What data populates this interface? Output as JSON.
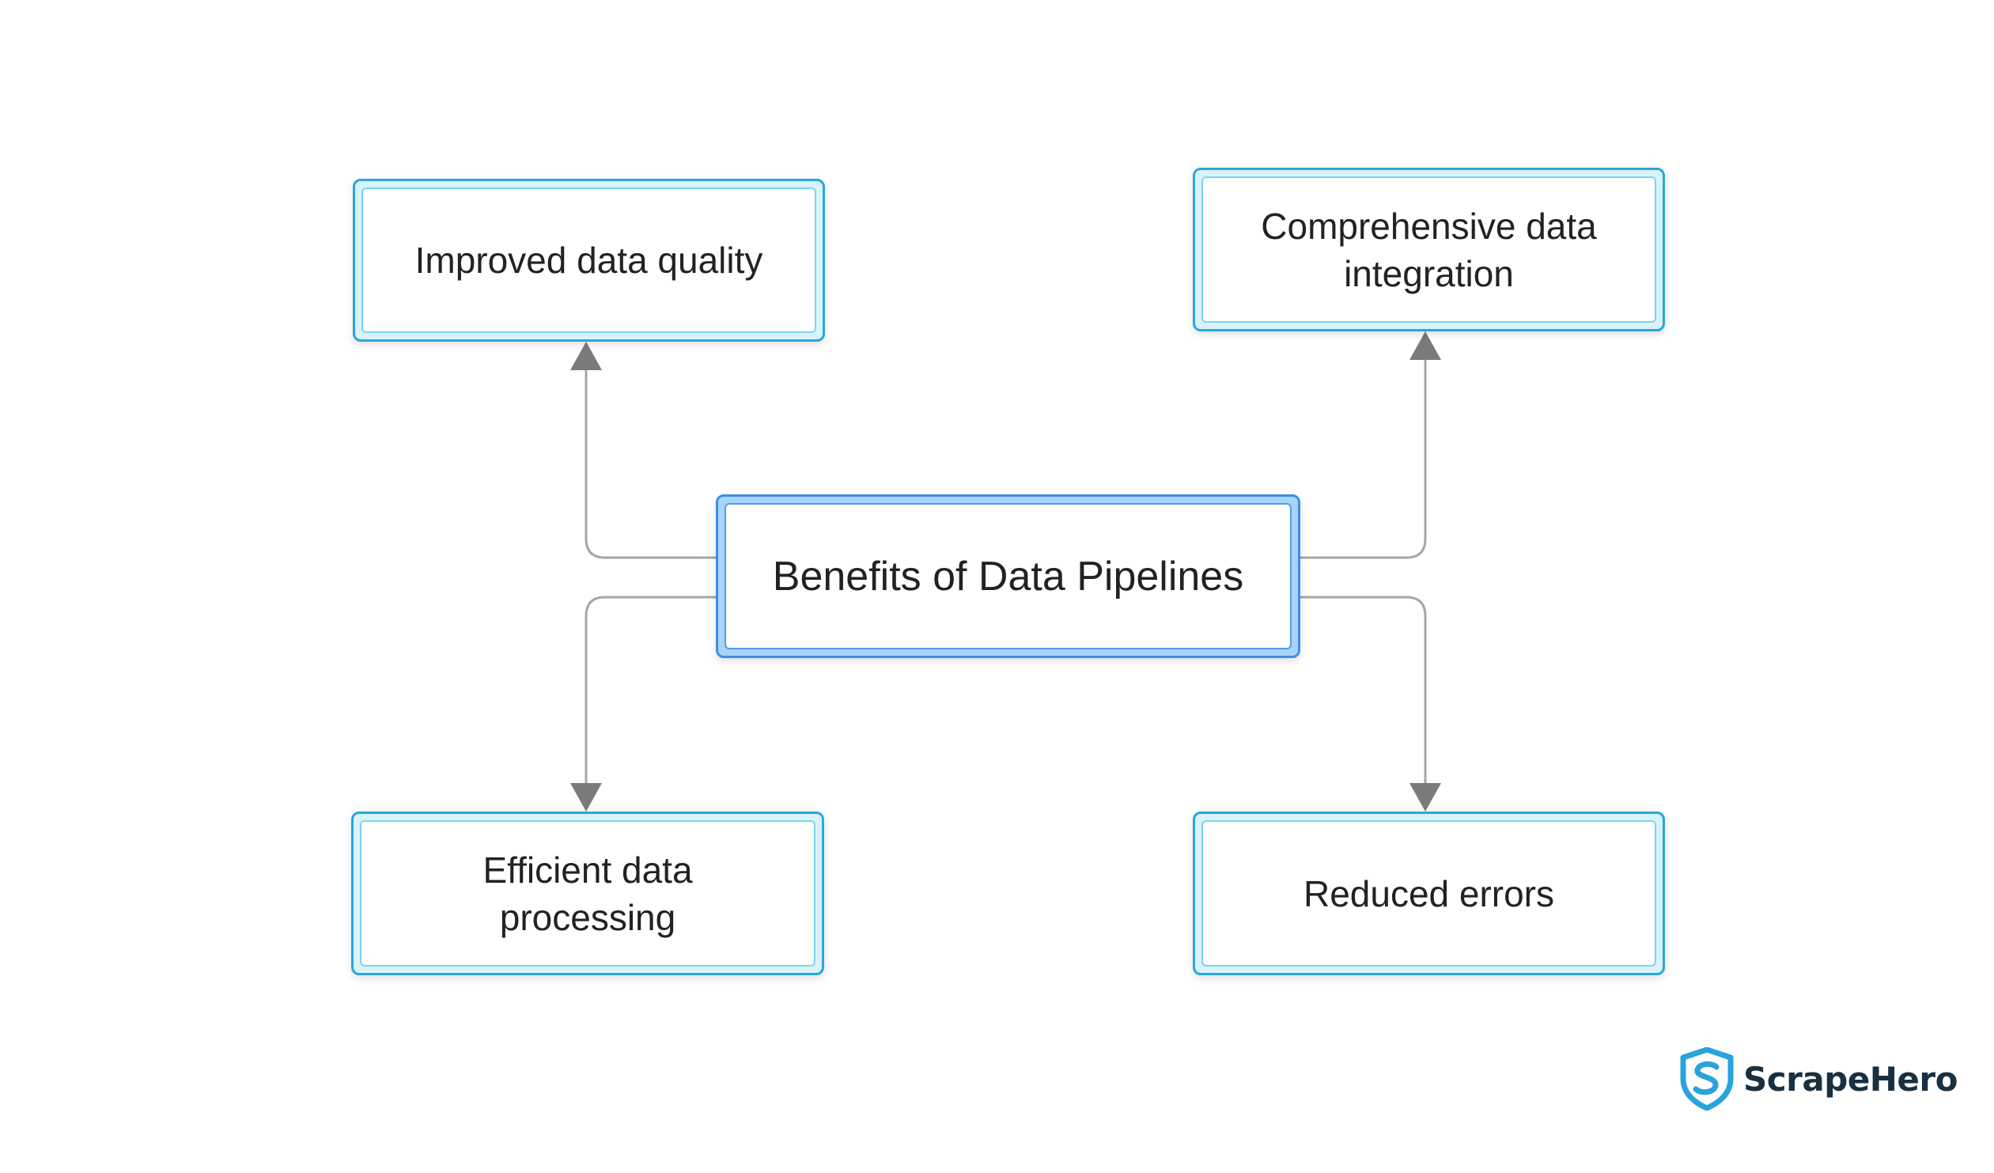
{
  "diagram": {
    "center": {
      "label": "Benefits of Data Pipelines"
    },
    "benefits": [
      {
        "label": "Improved data quality"
      },
      {
        "label": "Comprehensive data integration"
      },
      {
        "label": "Efficient data processing"
      },
      {
        "label": "Reduced errors"
      }
    ]
  },
  "logo": {
    "name": "ScrapeHero",
    "icon": "shield-s-logo-icon",
    "color": "#29a3dc"
  },
  "colors": {
    "node_border": "#2aa6dc",
    "node_fill": "#d9f3fb",
    "center_border": "#3b8fe5",
    "center_fill": "#a9d3fb",
    "connector": "#a6a6a6",
    "arrowhead": "#7a7a7a"
  }
}
